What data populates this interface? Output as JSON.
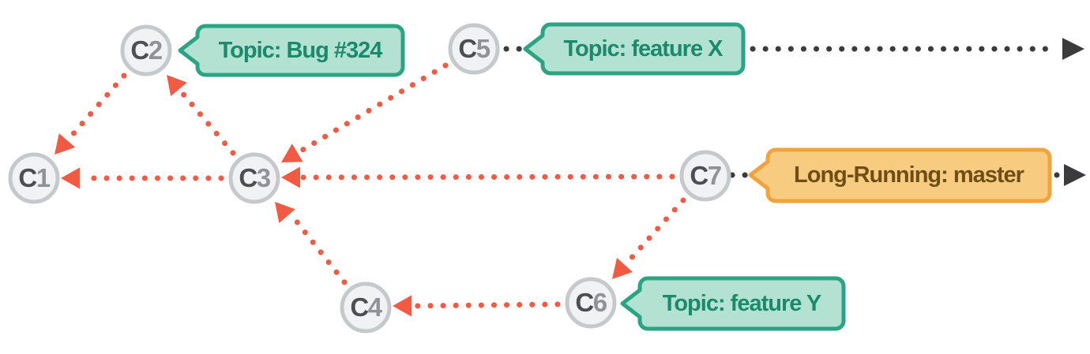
{
  "nodes": [
    {
      "id": "c1",
      "prefix": "C",
      "num": "1"
    },
    {
      "id": "c2",
      "prefix": "C",
      "num": "2"
    },
    {
      "id": "c3",
      "prefix": "C",
      "num": "3"
    },
    {
      "id": "c4",
      "prefix": "C",
      "num": "4"
    },
    {
      "id": "c5",
      "prefix": "C",
      "num": "5"
    },
    {
      "id": "c6",
      "prefix": "C",
      "num": "6"
    },
    {
      "id": "c7",
      "prefix": "C",
      "num": "7"
    }
  ],
  "labels": {
    "bug324": {
      "text": "Topic: Bug #324",
      "type": "topic"
    },
    "feature_x": {
      "text": "Topic: feature X",
      "type": "topic"
    },
    "master": {
      "text": "Long-Running: master",
      "type": "long-running"
    },
    "feature_y": {
      "text": "Topic: feature Y",
      "type": "topic"
    }
  },
  "edges": [
    {
      "from": "C2",
      "to": "C1",
      "style": "red-dotted-arrow"
    },
    {
      "from": "C3",
      "to": "C2",
      "style": "red-dotted-arrow"
    },
    {
      "from": "C3",
      "to": "C1",
      "style": "red-dotted-arrow"
    },
    {
      "from": "C5",
      "to": "C3",
      "style": "red-dotted-arrow"
    },
    {
      "from": "C7",
      "to": "C3",
      "style": "red-dotted-arrow"
    },
    {
      "from": "C7",
      "to": "C6",
      "style": "red-dotted-arrow"
    },
    {
      "from": "C6",
      "to": "C4",
      "style": "red-dotted-arrow"
    },
    {
      "from": "C4",
      "to": "C3",
      "style": "red-dotted-arrow"
    },
    {
      "from": "C5",
      "to": "label-feature-x",
      "style": "dark-dotted"
    },
    {
      "from": "label-feature-x",
      "to": "timeline-arrow-right",
      "style": "dark-dotted-arrow"
    },
    {
      "from": "C7",
      "to": "label-master",
      "style": "dark-dotted"
    },
    {
      "from": "label-master",
      "to": "timeline-arrow-right",
      "style": "dark-dotted-arrow"
    }
  ],
  "colors": {
    "topic_fill": "#b3e1d2",
    "topic_border": "#2aa482",
    "topic_text": "#1b8a6b",
    "master_fill": "#f8cc80",
    "master_border": "#efa43e",
    "master_text": "#6f4e16",
    "edge_red": "#f15b43",
    "edge_dark": "#3b3b3d",
    "node_fill": "#f1f2f4",
    "node_border": "#c6c9cc",
    "node_text_primary": "#4b4e52",
    "node_text_secondary": "#8f9397",
    "background": "#ffffff"
  }
}
